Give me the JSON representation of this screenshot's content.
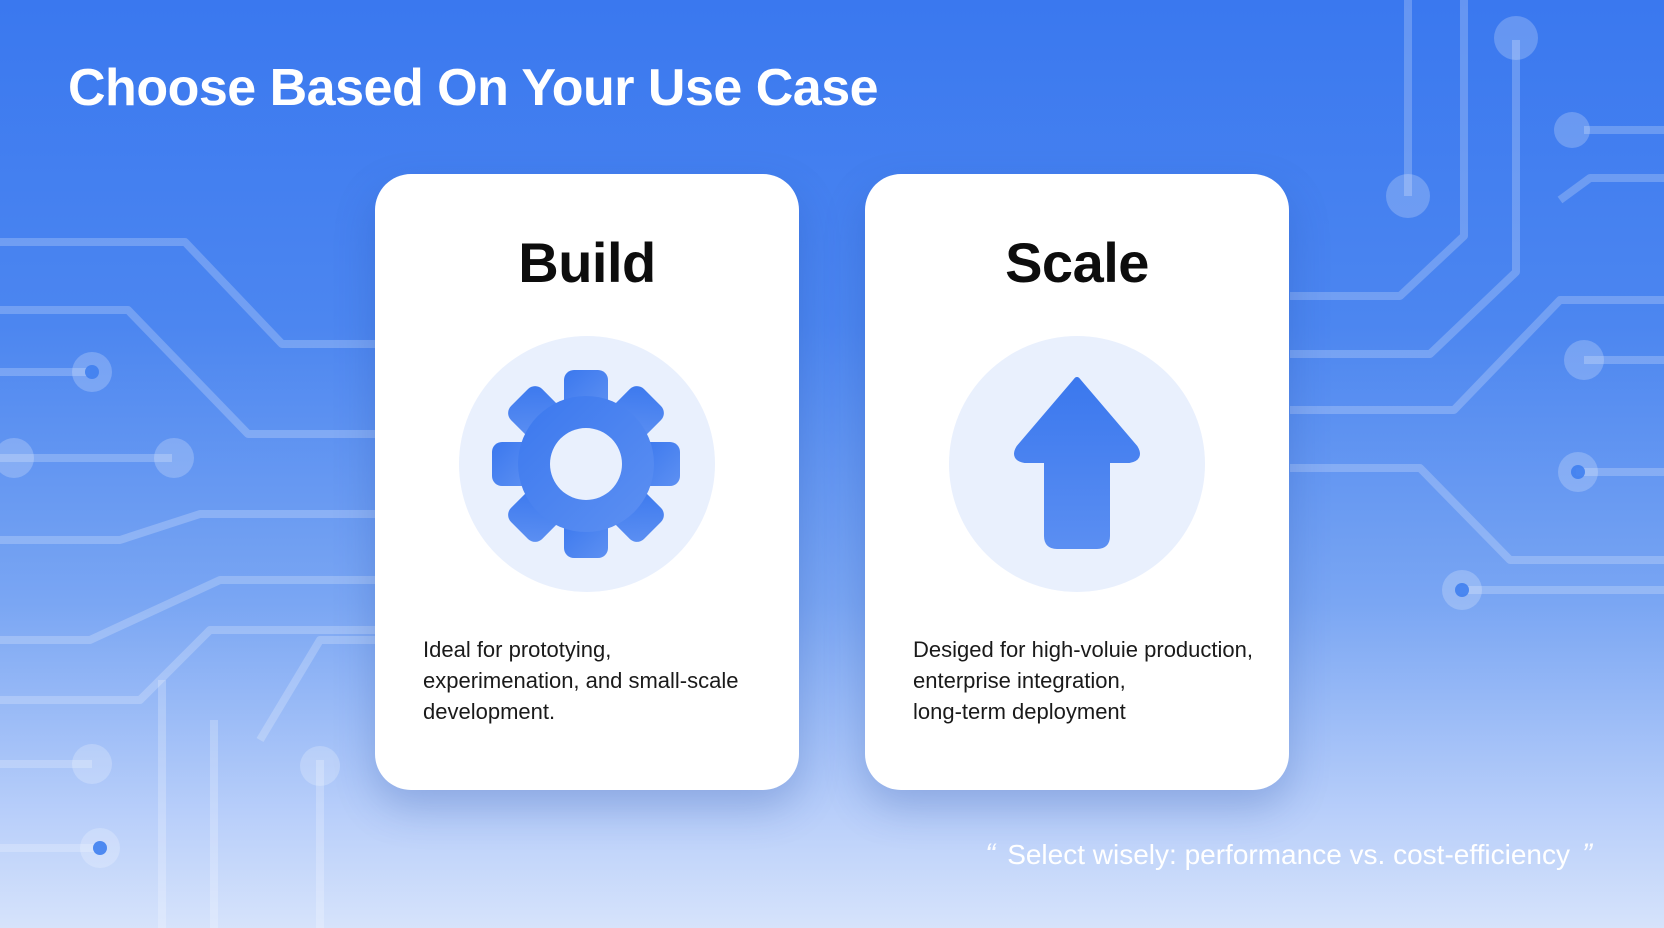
{
  "slide": {
    "title": "Choose Based On Your Use Case",
    "colors": {
      "background_top": "#3a78ef",
      "background_bottom": "#d6e3fb",
      "accent": "#3b78ee",
      "card": "#ffffff",
      "icon_circle": "#e9f0fd"
    },
    "cards": [
      {
        "title": "Build",
        "icon": "gear-icon",
        "description_lines": [
          "Ideal for prototying,",
          "experimenation, and small-scale",
          "development."
        ]
      },
      {
        "title": "Scale",
        "icon": "arrow-up-icon",
        "description_lines": [
          "Desiged for high-voluie production,",
          "enterprise integration,",
          "long-term deployment"
        ]
      }
    ],
    "quote": {
      "open_mark": "“",
      "text": "Select wisely: performance vs. cost-efficiency",
      "close_mark": "”"
    }
  }
}
